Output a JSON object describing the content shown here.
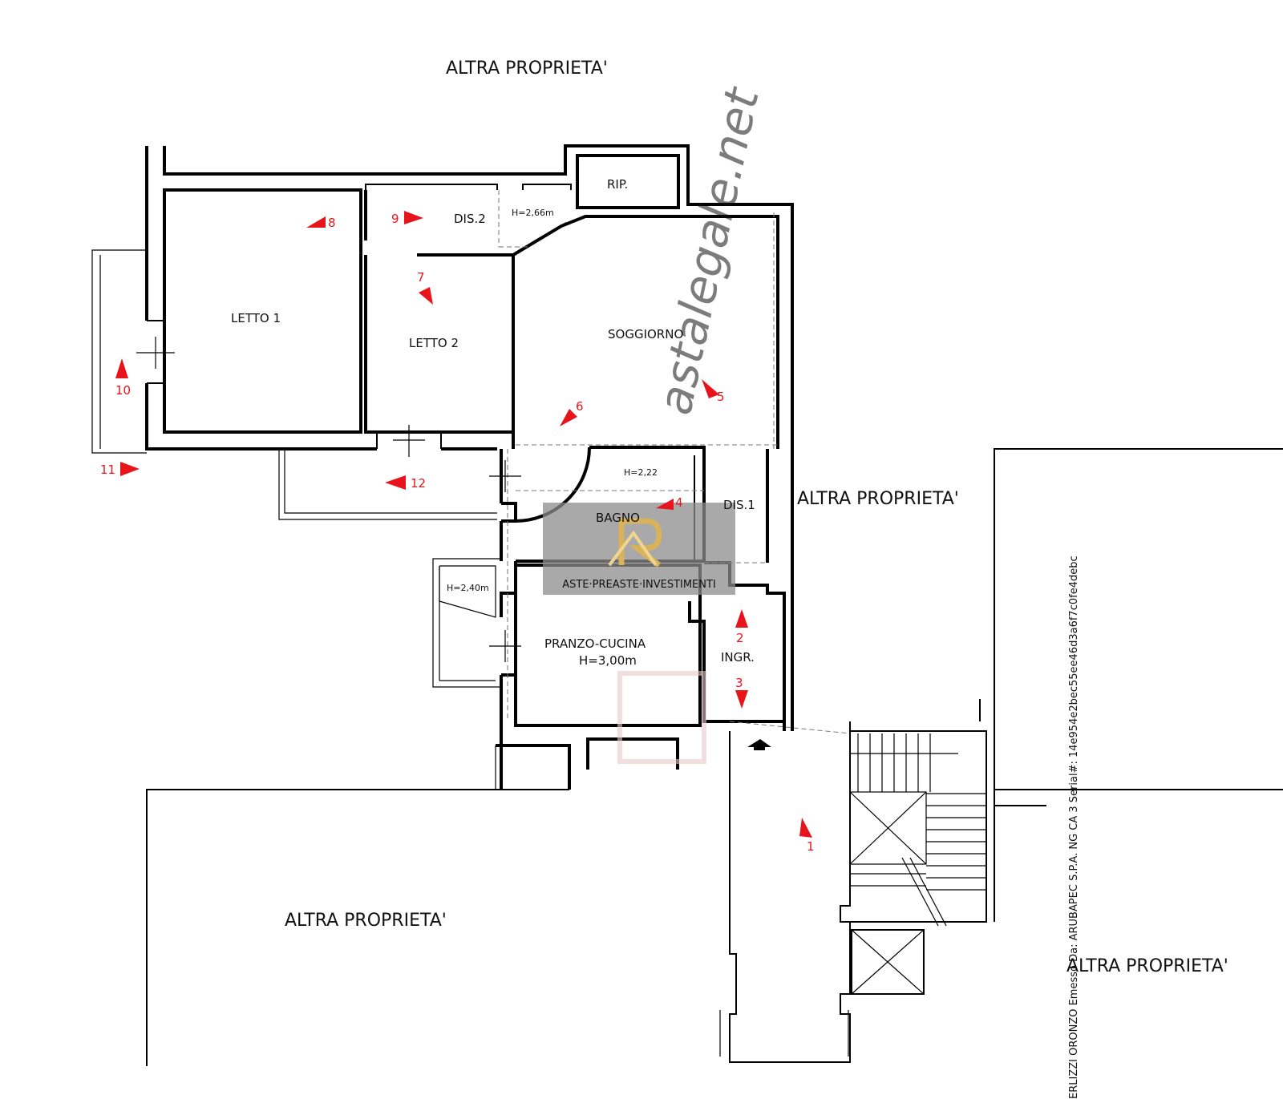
{
  "labels": {
    "altra_top": "ALTRA PROPRIETA'",
    "altra_right": "ALTRA PROPRIETA'",
    "altra_bottom_left": "ALTRA PROPRIETA'",
    "altra_bottom_right": "ALTRA PROPRIETA'"
  },
  "rooms": {
    "rip": "RIP.",
    "dis2": "DIS.2",
    "dis2_height": "H=2,66m",
    "letto1": "LETTO 1",
    "letto2": "LETTO 2",
    "soggiorno": "SOGGIORNO",
    "bagno": "BAGNO",
    "bagno_height": "H=2,22",
    "dis1": "DIS.1",
    "balcony_height": "H=2,40m",
    "pranzo": "PRANZO-CUCINA",
    "pranzo_height": "H=3,00m",
    "ingr": "INGR."
  },
  "markers": [
    "1",
    "2",
    "3",
    "4",
    "5",
    "6",
    "7",
    "8",
    "9",
    "10",
    "11",
    "12"
  ],
  "watermark": {
    "text": "ASTE·PREASTE·INVESTIMENTI",
    "site": "astalegale.net"
  },
  "serial": "ERLIZZI ORONZO Emesso Da: ARUBAPEC S.P.A. NG CA 3 Serial#: 14e954e2bec55ee46d3a6f7c0fe4debc",
  "colors": {
    "marker": "#e8141b",
    "wall": "#000000",
    "watermark_box": "#8c8c8c",
    "watermark_gold": "#d9b25a"
  }
}
